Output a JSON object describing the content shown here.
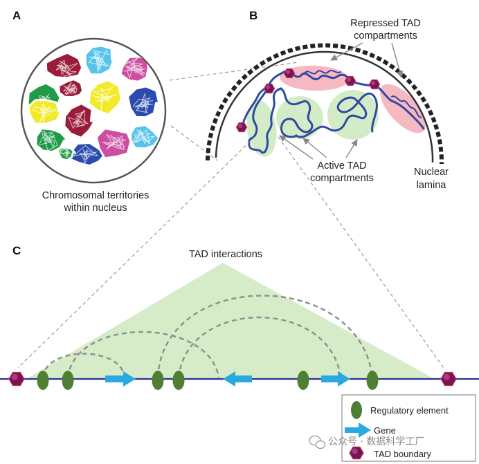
{
  "panels": {
    "a": {
      "label": "A",
      "caption": [
        "Chromosomal territories",
        "within nucleus"
      ]
    },
    "b": {
      "label": "B",
      "repressed": [
        "Repressed TAD",
        "compartments"
      ],
      "active": [
        "Active TAD",
        "compartments"
      ],
      "lamina": [
        "Nuclear",
        "lamina"
      ]
    },
    "c": {
      "label": "C",
      "title": "TAD interactions"
    }
  },
  "legend": {
    "regulatory": "Regulatory element",
    "gene": "Gene",
    "boundary": "TAD boundary"
  },
  "watermark": "公众号 · 数据科学工厂",
  "colors": {
    "territories": [
      "#9b1b3a",
      "#57c3ea",
      "#cc4ea0",
      "#1f9b45",
      "#f1ea2a",
      "#2b4cae"
    ],
    "chromatin": "#2c4aa0",
    "active_zone": "#cfeac2",
    "repressed_zone": "#f6b9c2",
    "boundary": "#7a1450",
    "regulatory": "#4f7f34",
    "gene": "#2aa8e0",
    "baseline": "#2b2f98"
  }
}
